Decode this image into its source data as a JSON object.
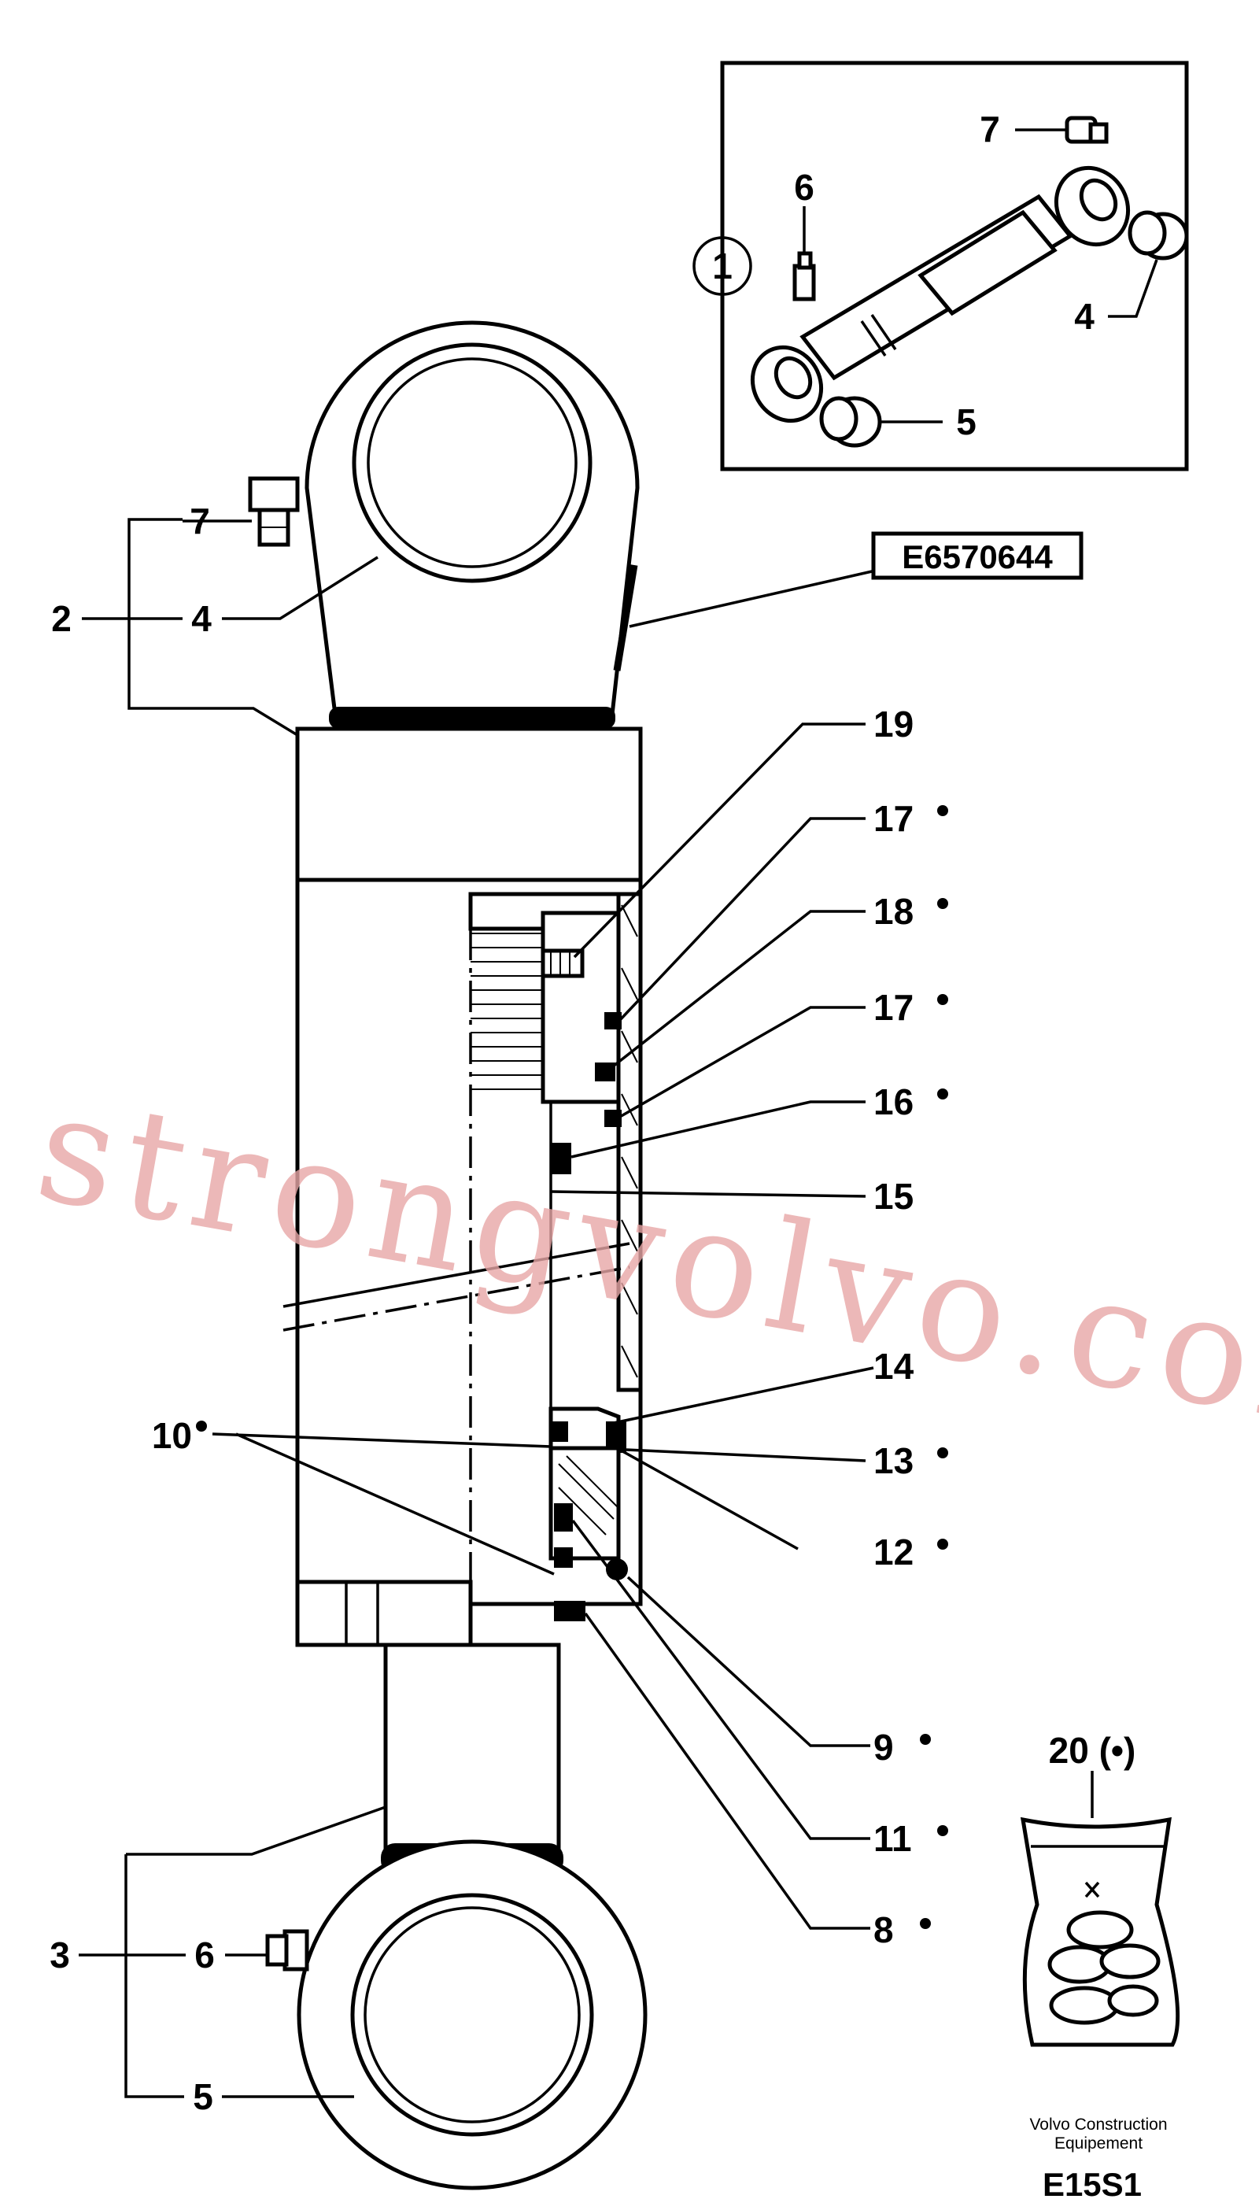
{
  "drawing_code": "E15S1",
  "reference_number": "E6570644",
  "publisher": {
    "line1": "Volvo Construction",
    "line2": "Equipement"
  },
  "watermark": "strongvolvo.com",
  "parts_kit": "20 (•)",
  "inset_callout": "1",
  "callouts": {
    "c2": "2",
    "c3": "3",
    "c4": "4",
    "c4i": "4",
    "c5": "5",
    "c5i": "5",
    "c6": "6",
    "c6i": "6",
    "c7": "7",
    "c7i": "7",
    "c8": "8",
    "c9": "9",
    "c10": "10",
    "c11": "11",
    "c12": "12",
    "c13": "13",
    "c14": "14",
    "c15": "15",
    "c16": "16",
    "c17a": "17",
    "c17b": "17",
    "c18": "18",
    "c19": "19"
  }
}
